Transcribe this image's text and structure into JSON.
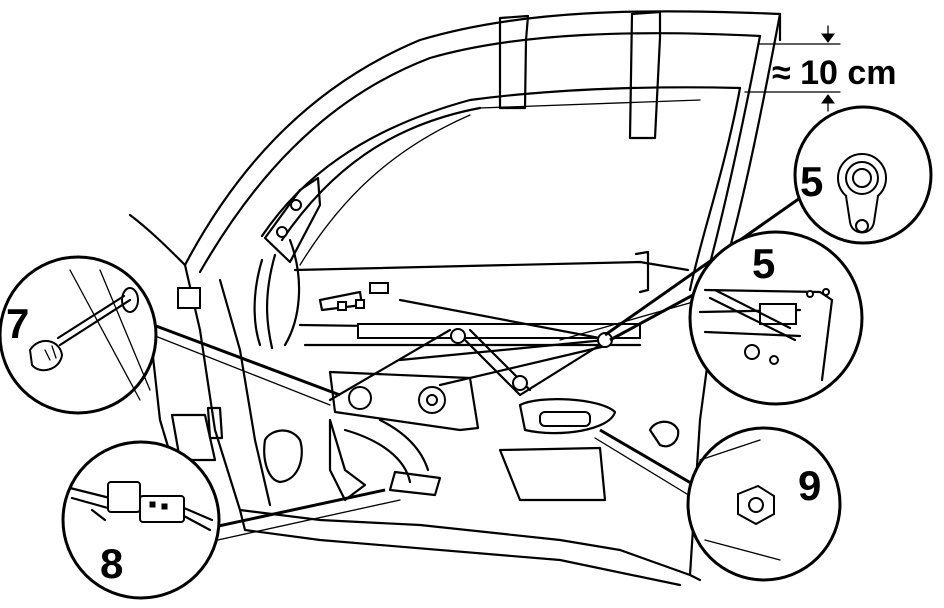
{
  "measurement": {
    "text": "≈ 10 cm"
  },
  "callouts": [
    {
      "number": "5",
      "part": "clip"
    },
    {
      "number": "5",
      "part": "regulator-clip"
    },
    {
      "number": "7",
      "part": "push-pin"
    },
    {
      "number": "8",
      "part": "connector"
    },
    {
      "number": "9",
      "part": "nut"
    }
  ],
  "colors": {
    "line": "#000000",
    "background": "#ffffff"
  }
}
